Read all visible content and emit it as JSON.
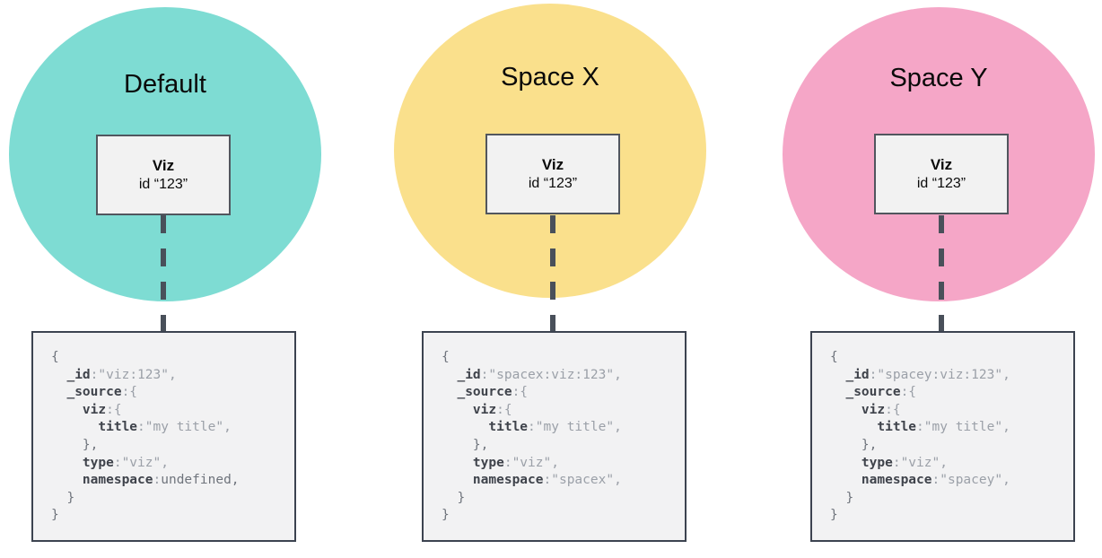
{
  "colors": {
    "space_default": "#7edcd3",
    "space_x": "#fae08c",
    "space_y": "#f5a6c7",
    "node_fill": "#f2f2f2",
    "node_border": "#51565e",
    "code_fill": "#f2f2f3",
    "code_border": "#3c4350",
    "connector": "#49505a",
    "code_key": "#3f434b",
    "code_string": "#9ba0a8",
    "code_plain": "#6f747c"
  },
  "groups": [
    {
      "label": "Default",
      "circle_color": "#7edcd3",
      "node_title": "Viz",
      "node_id": "id “123”",
      "code_lines": [
        [
          [
            "plain",
            "{"
          ]
        ],
        [
          [
            "ws",
            "  "
          ],
          [
            "key",
            "_id"
          ],
          [
            "str",
            ":\"viz:123\","
          ]
        ],
        [
          [
            "ws",
            "  "
          ],
          [
            "key",
            "_source"
          ],
          [
            "str",
            ":{"
          ]
        ],
        [
          [
            "ws",
            "    "
          ],
          [
            "key",
            "viz"
          ],
          [
            "str",
            ":{"
          ]
        ],
        [
          [
            "ws",
            "      "
          ],
          [
            "key",
            "title"
          ],
          [
            "str",
            ":\"my title\","
          ]
        ],
        [
          [
            "ws",
            "    "
          ],
          [
            "plain",
            "},"
          ]
        ],
        [
          [
            "ws",
            "    "
          ],
          [
            "key",
            "type"
          ],
          [
            "str",
            ":\"viz\","
          ]
        ],
        [
          [
            "ws",
            "    "
          ],
          [
            "key",
            "namespace"
          ],
          [
            "str",
            ":"
          ],
          [
            "plain",
            "undefined,"
          ]
        ],
        [
          [
            "ws",
            "  "
          ],
          [
            "plain",
            "}"
          ]
        ],
        [
          [
            "plain",
            "}"
          ]
        ]
      ]
    },
    {
      "label": "Space X",
      "circle_color": "#fae08c",
      "node_title": "Viz",
      "node_id": "id “123”",
      "code_lines": [
        [
          [
            "plain",
            "{"
          ]
        ],
        [
          [
            "ws",
            "  "
          ],
          [
            "key",
            "_id"
          ],
          [
            "str",
            ":\"spacex:viz:123\","
          ]
        ],
        [
          [
            "ws",
            "  "
          ],
          [
            "key",
            "_source"
          ],
          [
            "str",
            ":{"
          ]
        ],
        [
          [
            "ws",
            "    "
          ],
          [
            "key",
            "viz"
          ],
          [
            "str",
            ":{"
          ]
        ],
        [
          [
            "ws",
            "      "
          ],
          [
            "key",
            "title"
          ],
          [
            "str",
            ":\"my title\","
          ]
        ],
        [
          [
            "ws",
            "    "
          ],
          [
            "plain",
            "},"
          ]
        ],
        [
          [
            "ws",
            "    "
          ],
          [
            "key",
            "type"
          ],
          [
            "str",
            ":\"viz\","
          ]
        ],
        [
          [
            "ws",
            "    "
          ],
          [
            "key",
            "namespace"
          ],
          [
            "str",
            ":\"spacex\","
          ]
        ],
        [
          [
            "ws",
            "  "
          ],
          [
            "plain",
            "}"
          ]
        ],
        [
          [
            "plain",
            "}"
          ]
        ]
      ]
    },
    {
      "label": "Space Y",
      "circle_color": "#f5a6c7",
      "node_title": "Viz",
      "node_id": "id “123”",
      "code_lines": [
        [
          [
            "plain",
            "{"
          ]
        ],
        [
          [
            "ws",
            "  "
          ],
          [
            "key",
            "_id"
          ],
          [
            "str",
            ":\"spacey:viz:123\","
          ]
        ],
        [
          [
            "ws",
            "  "
          ],
          [
            "key",
            "_source"
          ],
          [
            "str",
            ":{"
          ]
        ],
        [
          [
            "ws",
            "    "
          ],
          [
            "key",
            "viz"
          ],
          [
            "str",
            ":{"
          ]
        ],
        [
          [
            "ws",
            "      "
          ],
          [
            "key",
            "title"
          ],
          [
            "str",
            ":\"my title\","
          ]
        ],
        [
          [
            "ws",
            "    "
          ],
          [
            "plain",
            "},"
          ]
        ],
        [
          [
            "ws",
            "    "
          ],
          [
            "key",
            "type"
          ],
          [
            "str",
            ":\"viz\","
          ]
        ],
        [
          [
            "ws",
            "    "
          ],
          [
            "key",
            "namespace"
          ],
          [
            "str",
            ":\"spacey\","
          ]
        ],
        [
          [
            "ws",
            "  "
          ],
          [
            "plain",
            "}"
          ]
        ],
        [
          [
            "plain",
            "}"
          ]
        ]
      ]
    }
  ]
}
